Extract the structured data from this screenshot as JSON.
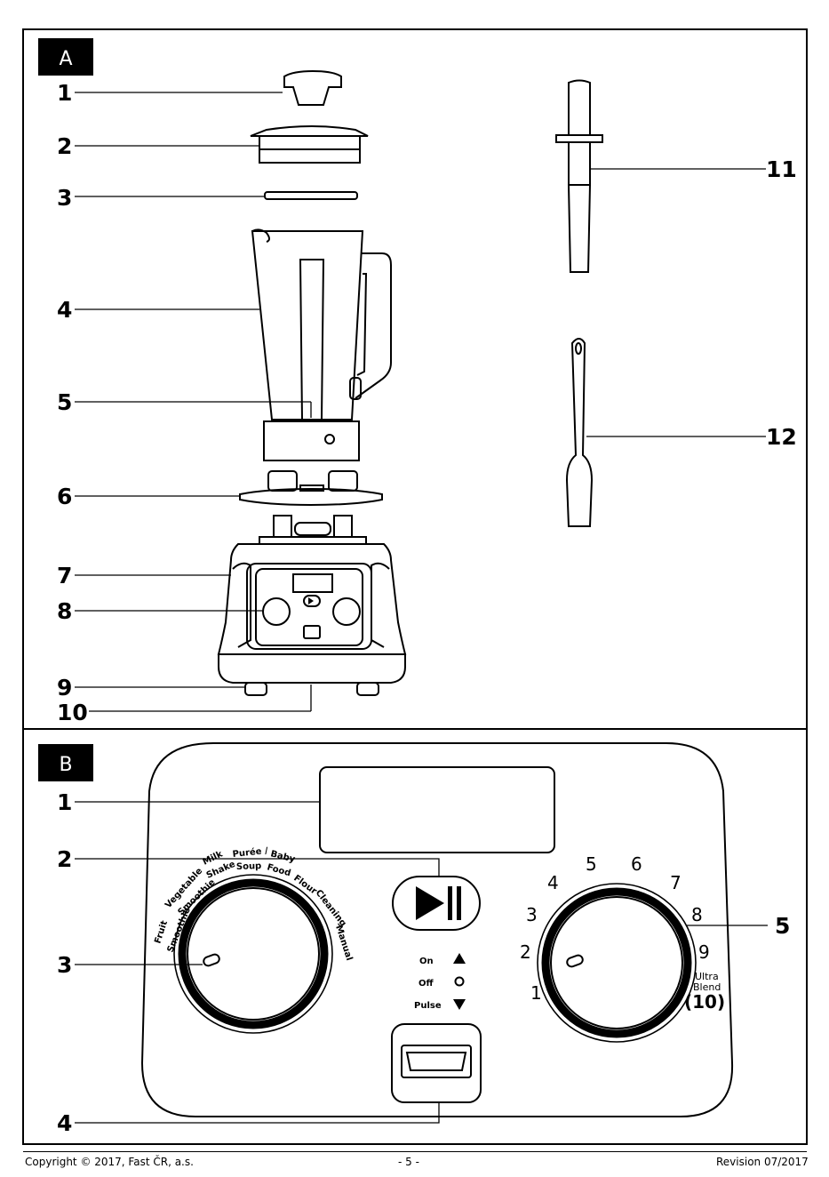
{
  "panel_a": {
    "tag": "A",
    "callouts": [
      "1",
      "2",
      "3",
      "4",
      "5",
      "6",
      "7",
      "8",
      "9",
      "10",
      "11",
      "12"
    ]
  },
  "panel_b": {
    "tag": "B",
    "callouts": [
      "1",
      "2",
      "3",
      "4",
      "5"
    ],
    "programs": {
      "fruit": "Fruit",
      "smoothie1": "Smoothie",
      "vegetable": "Vegetable",
      "smoothie2": "Smoothie",
      "milk": "Milk",
      "shake": "Shake",
      "puree": "Purée /",
      "soup": "Soup",
      "baby": "Baby",
      "food": "Food",
      "flour": "Flour",
      "cleaning": "Cleaning",
      "manual": "Manual"
    },
    "switch_labels": {
      "on": "On",
      "off": "Off",
      "pulse": "Pulse"
    },
    "speeds": [
      "1",
      "2",
      "3",
      "4",
      "5",
      "6",
      "7",
      "8",
      "9"
    ],
    "speed_ultra": "Ultra",
    "speed_blend": "Blend",
    "speed_ten": "(10)"
  },
  "footer": {
    "copyright": "Copyright © 2017, Fast ČR, a.s.",
    "page": "- 5 -",
    "revision": "Revision 07/2017"
  },
  "colors": {
    "ink": "#000000",
    "paper": "#ffffff"
  }
}
